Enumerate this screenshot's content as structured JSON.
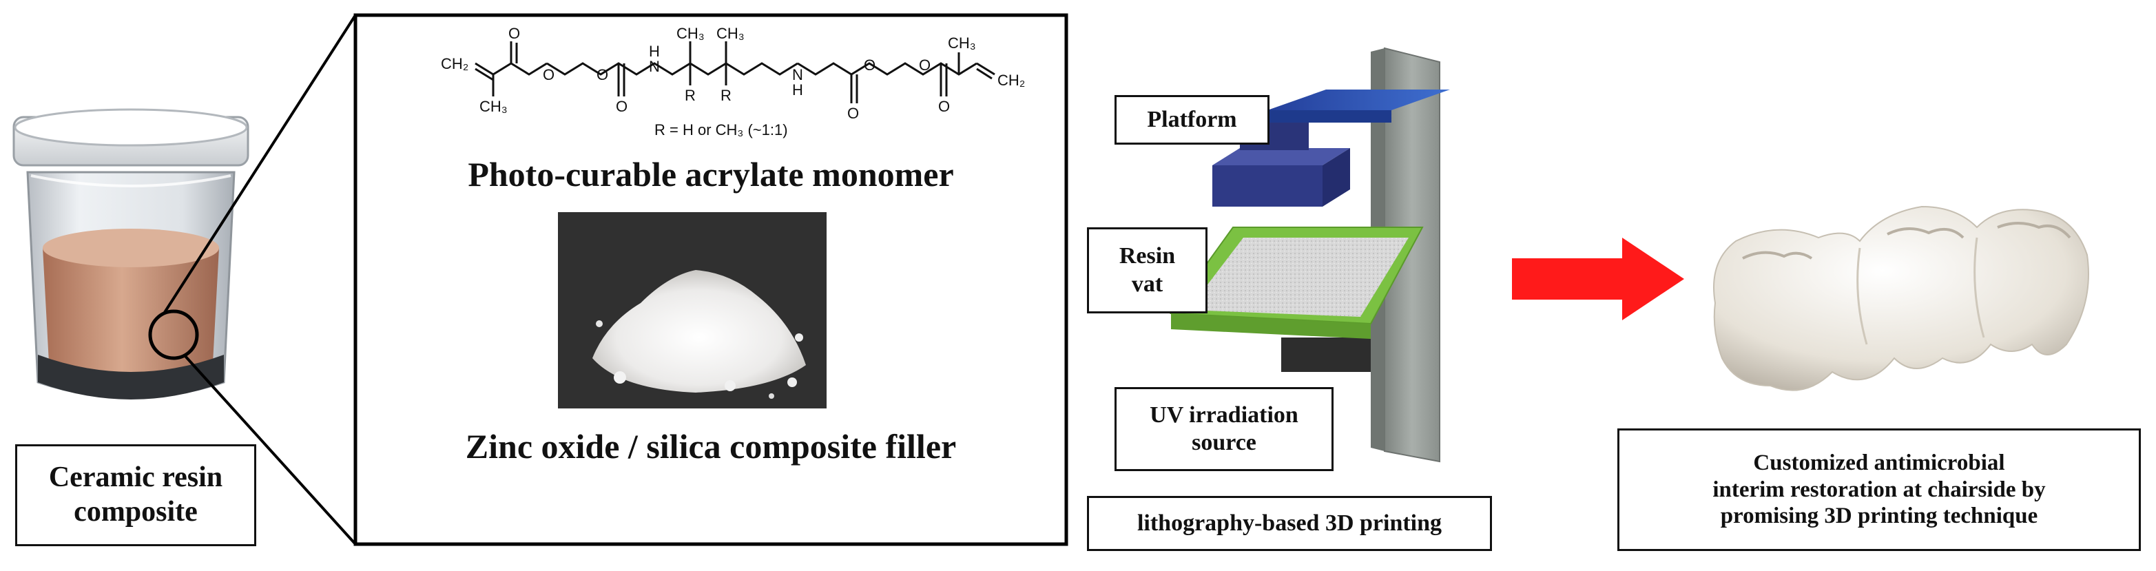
{
  "labels": {
    "ceramic_line1": "Ceramic resin",
    "ceramic_line2": "composite",
    "monomer_title": "Photo-curable acrylate monomer",
    "r_group": "R = H or CH₃ (~1:1)",
    "filler_title": "Zinc oxide / silica composite filler",
    "platform": "Platform",
    "resin_line1": "Resin",
    "resin_line2": "vat",
    "uv_line1": "UV irradiation",
    "uv_line2": "source",
    "printing_caption": "lithography-based 3D printing",
    "outcome_line1": "Customized antimicrobial",
    "outcome_line2": "interim restoration at chairside by",
    "outcome_line3": "promising 3D printing technique"
  },
  "chem_labels": {
    "ch3": "CH₃",
    "ch2": "CH₂",
    "o": "O",
    "h": "H",
    "n": "N",
    "r": "R"
  },
  "colors": {
    "arrow": "#ff1a1a",
    "platform_plate": "#2c4aa8",
    "build_head": "#2f3a86",
    "vat_frame": "#7bc142",
    "column": "#9aa09b",
    "resin_fill": "#c49073",
    "tooth": "#ece8df"
  }
}
